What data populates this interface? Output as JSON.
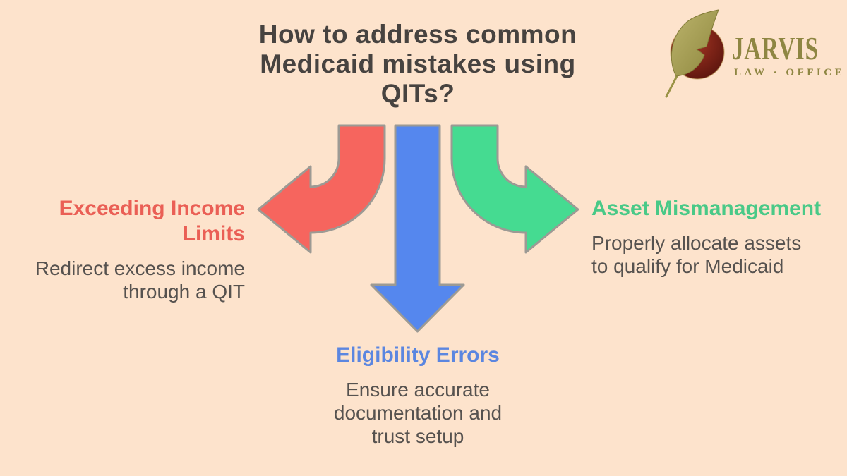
{
  "title": {
    "lines": [
      "How to address common",
      "Medicaid mistakes using",
      "QITs?"
    ]
  },
  "logo": {
    "name": "JARVIS",
    "tagline": "LAW · OFFICE",
    "text_color": "#8e8642",
    "circle_color": "#7c2317",
    "quill_color": "#a39b52"
  },
  "sections": {
    "left": {
      "label": "Exceeding Income Limits",
      "label_color": "#ea5f55",
      "arrow_color": "#f6655e",
      "desc_lines": [
        "Redirect excess income",
        "through a QIT"
      ]
    },
    "bottom": {
      "label": "Eligibility Errors",
      "label_color": "#5b86e0",
      "arrow_color": "#5587ee",
      "desc_lines": [
        "Ensure accurate",
        "documentation and",
        "trust setup"
      ]
    },
    "right": {
      "label": "Asset Mismanagement",
      "label_color": "#49c987",
      "arrow_color": "#45db91",
      "desc_lines": [
        "Properly allocate assets",
        "to qualify for Medicaid"
      ]
    }
  },
  "colors": {
    "background": "#fde3cc",
    "title_text": "#474340",
    "body_text": "#56524f",
    "arrow_outline": "#9c9a94"
  }
}
